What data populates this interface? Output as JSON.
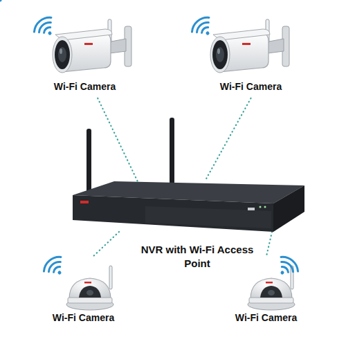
{
  "diagram": {
    "nodes": [
      {
        "text": [
          "Wi-Fi Camera"
        ]
      },
      {
        "text": [
          "Wi-Fi Camera"
        ]
      },
      {
        "text": [
          "NVR with Wi-Fi Access Point"
        ]
      },
      {
        "text": [
          "Wi-Fi Camera"
        ]
      },
      {
        "text": [
          "Wi-Fi Camera"
        ]
      }
    ],
    "edges": [
      {
        "from": 0,
        "to": 2,
        "arrow": "none"
      },
      {
        "from": 1,
        "to": 2,
        "arrow": "none"
      },
      {
        "from": 2,
        "to": 3,
        "arrow": "none"
      },
      {
        "from": 2,
        "to": 4,
        "arrow": "none"
      }
    ]
  }
}
